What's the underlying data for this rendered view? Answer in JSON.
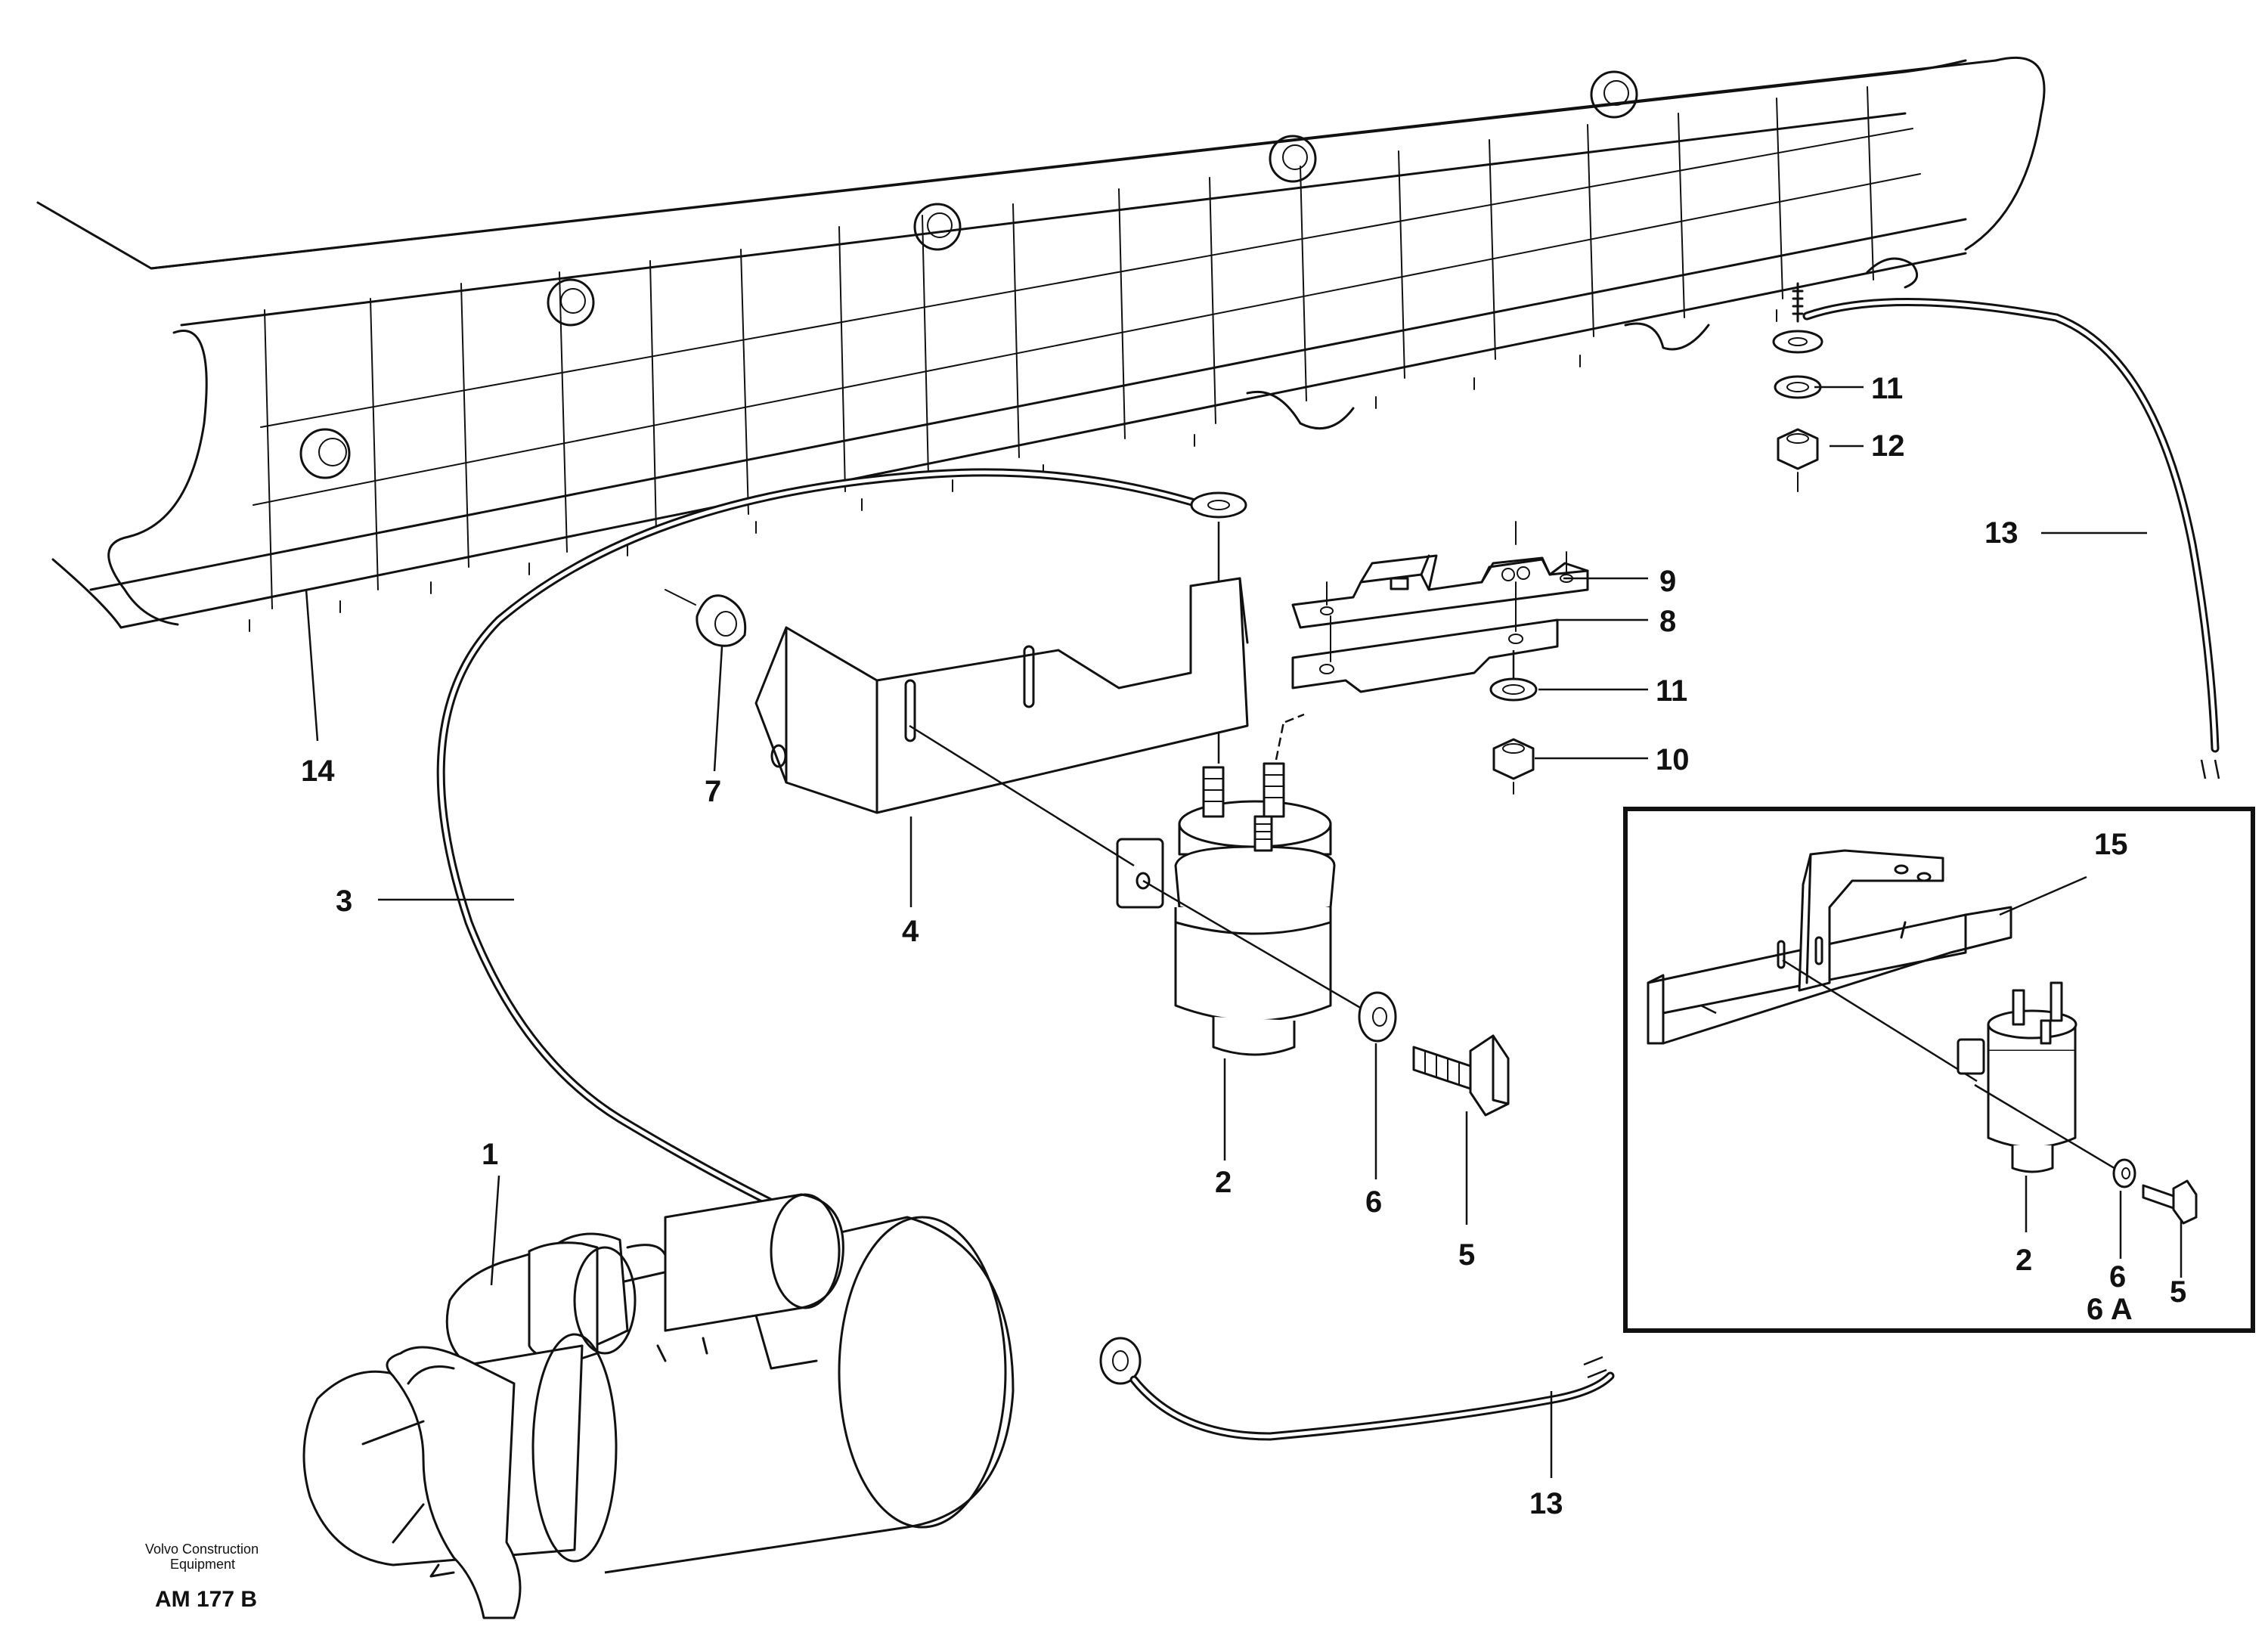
{
  "callouts": {
    "starter_motor": "1",
    "solenoid_switch": "2",
    "cable_main": "3",
    "bracket": "4",
    "screw": "5",
    "washer": "6",
    "nut": "7",
    "fuse_plate": "8",
    "fuse_strip": "9",
    "nut_lower": "10",
    "washer_lower": "11",
    "washer_upper": "11",
    "nut_upper": "12",
    "cable_upper": "13",
    "cable_lower": "13",
    "frame": "14",
    "inset_bracket": "15",
    "inset_solenoid": "2",
    "inset_washer": "6",
    "inset_screw": "5",
    "inset_variant": "6 A"
  },
  "footer": {
    "maker_line1": "Volvo Construction",
    "maker_line2": "Equipment",
    "code": "AM 177 B"
  }
}
